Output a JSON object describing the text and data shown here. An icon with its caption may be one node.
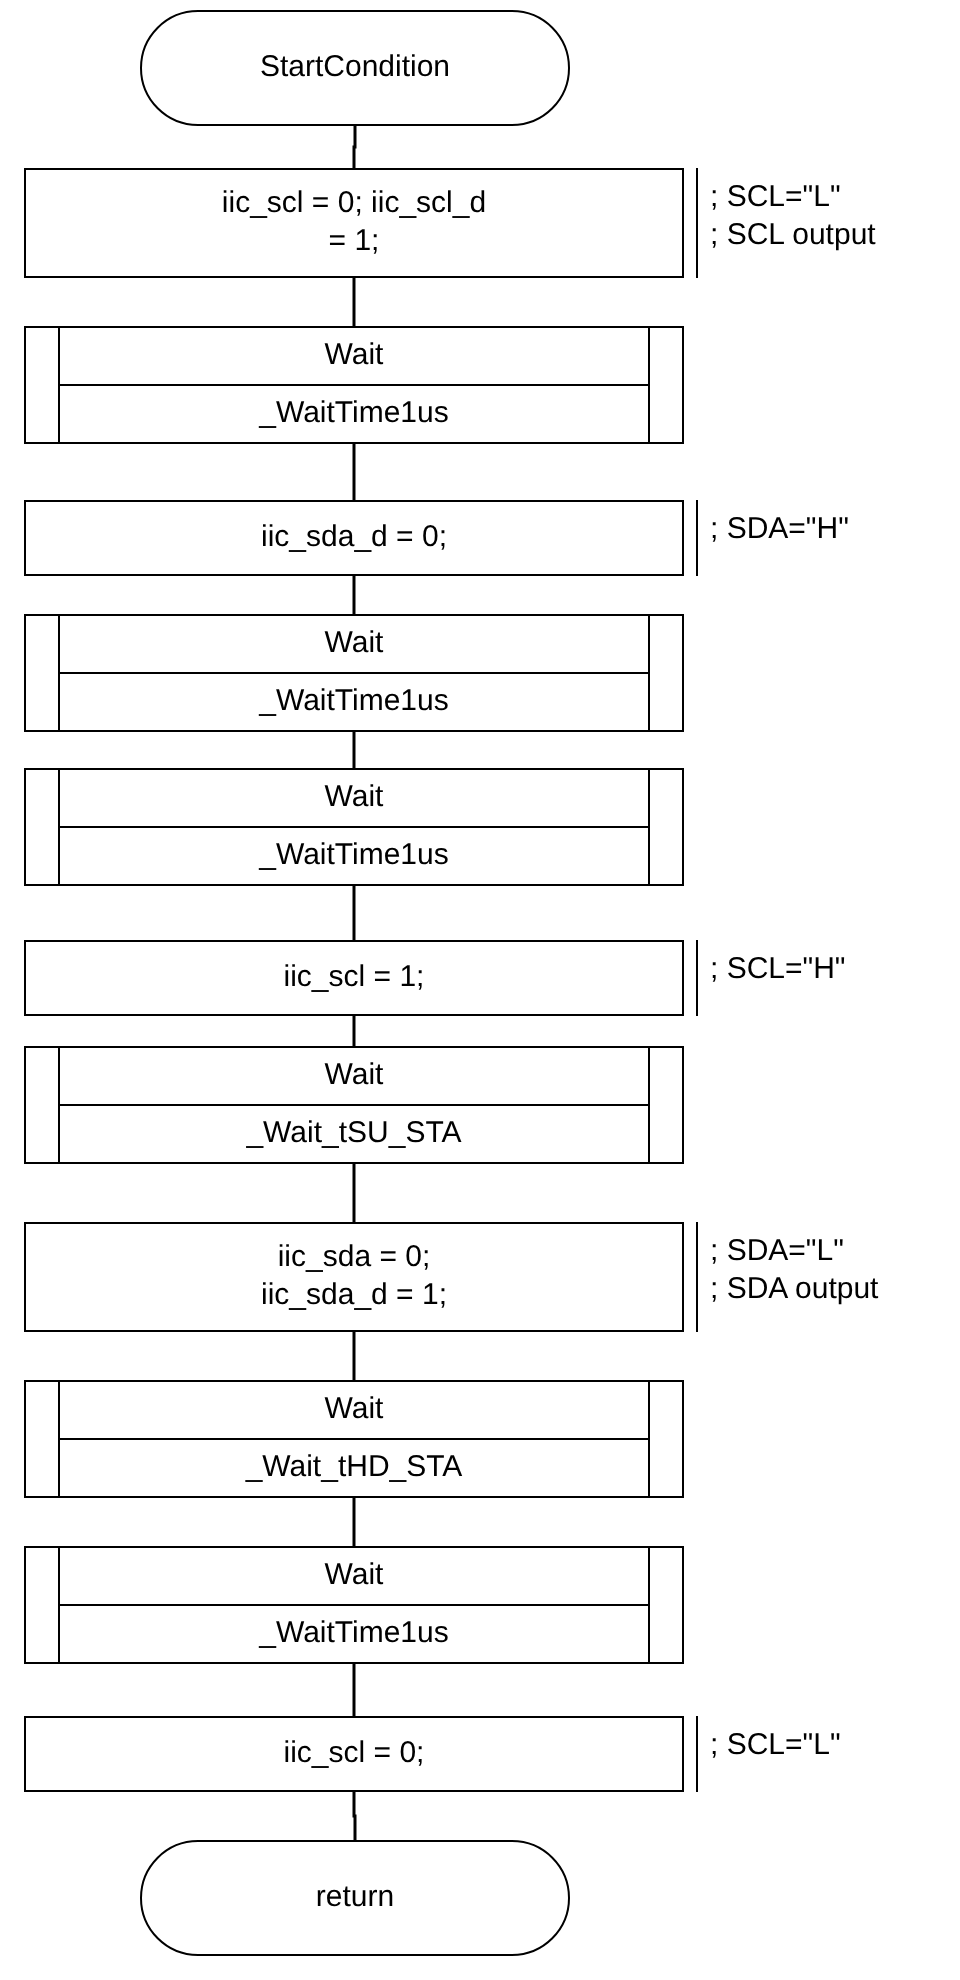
{
  "diagram": {
    "nodes": [
      {
        "text": [
          "StartCondition"
        ]
      },
      {
        "text": [
          "iic_scl = 0; iic_scl_d = 1;"
        ],
        "beside": [
          "; SCL=\"L\"",
          "; SCL output"
        ]
      },
      {
        "text": [
          "Wait",
          "_WaitTime1us"
        ]
      },
      {
        "text": [
          "iic_sda_d = 0;"
        ],
        "beside": [
          "; SDA=\"H\""
        ]
      },
      {
        "text": [
          "Wait",
          "_WaitTime1us"
        ]
      },
      {
        "text": [
          "Wait",
          "_WaitTime1us"
        ]
      },
      {
        "text": [
          "iic_scl = 1;"
        ],
        "beside": [
          "; SCL=\"H\""
        ]
      },
      {
        "text": [
          "Wait",
          "_Wait_tSU_STA"
        ]
      },
      {
        "text": [
          "iic_sda = 0; iic_sda_d = 1;"
        ],
        "beside": [
          "; SDA=\"L\"",
          "; SDA output"
        ]
      },
      {
        "text": [
          "Wait",
          "_Wait_tHD_STA"
        ]
      },
      {
        "text": [
          "Wait",
          "_WaitTime1us"
        ]
      },
      {
        "text": [
          "iic_scl = 0;"
        ],
        "beside": [
          "; SCL=\"L\""
        ]
      },
      {
        "text": [
          "return"
        ]
      }
    ],
    "edges": [
      {
        "from": 0,
        "to": 1,
        "arrow": "none"
      },
      {
        "from": 1,
        "to": 2,
        "arrow": "none"
      },
      {
        "from": 2,
        "to": 3,
        "arrow": "none"
      },
      {
        "from": 3,
        "to": 4,
        "arrow": "none"
      },
      {
        "from": 4,
        "to": 5,
        "arrow": "none"
      },
      {
        "from": 5,
        "to": 6,
        "arrow": "none"
      },
      {
        "from": 6,
        "to": 7,
        "arrow": "none"
      },
      {
        "from": 7,
        "to": 8,
        "arrow": "none"
      },
      {
        "from": 8,
        "to": 9,
        "arrow": "none"
      },
      {
        "from": 9,
        "to": 10,
        "arrow": "none"
      },
      {
        "from": 10,
        "to": 11,
        "arrow": "none"
      },
      {
        "from": 11,
        "to": 12,
        "arrow": "none"
      }
    ]
  }
}
